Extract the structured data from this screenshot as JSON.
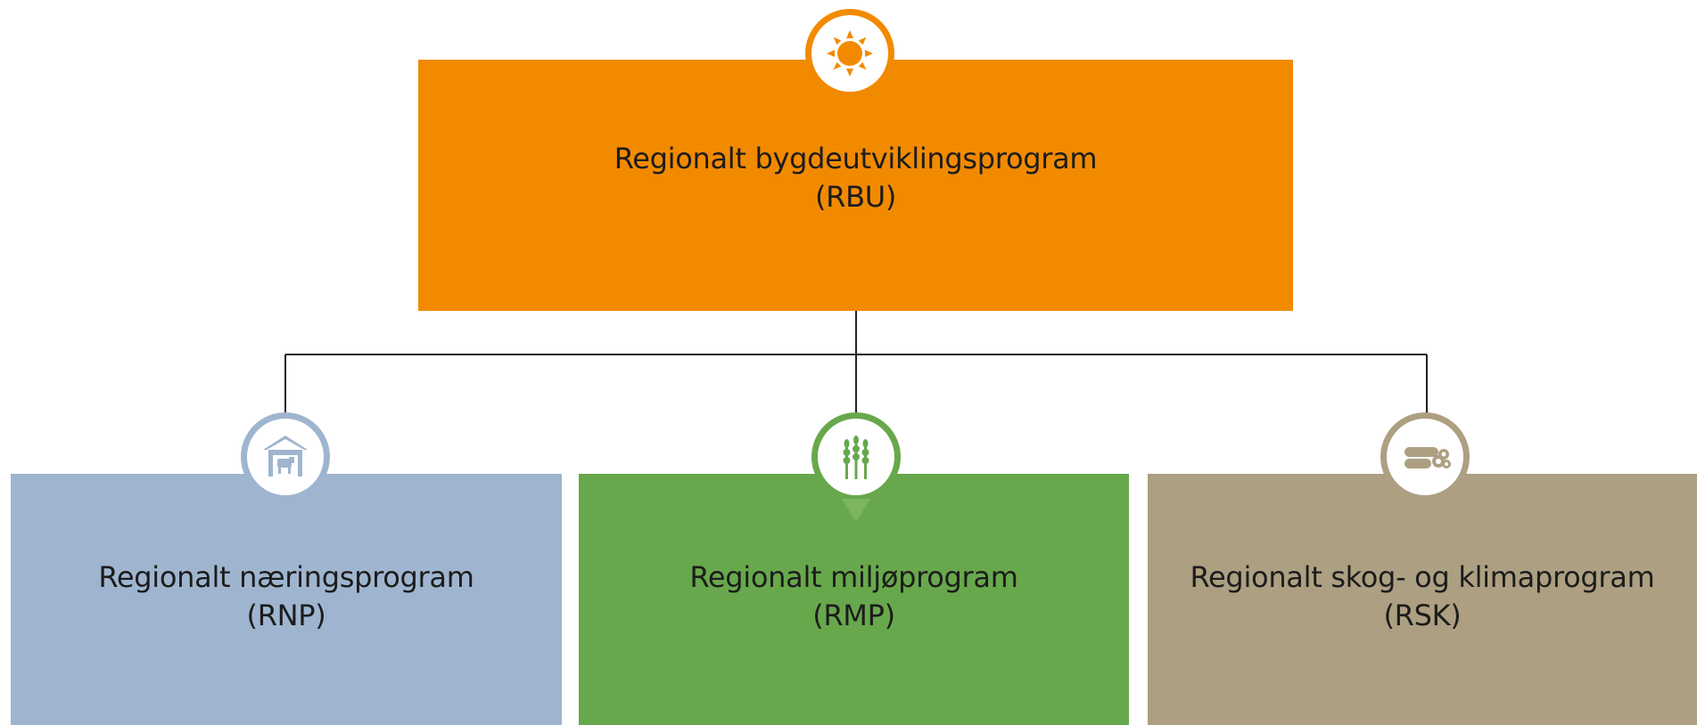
{
  "colors": {
    "rbu": "#f28a00",
    "rnp": "#9fb5cf",
    "rmp": "#68a84c",
    "rsk": "#ad9f81",
    "connector": "#222222"
  },
  "top_program": {
    "name": "Regionalt bygdeutviklingsprogram",
    "abbr": "(RBU)",
    "icon": "sun-icon"
  },
  "sub_programs": [
    {
      "name": "Regionalt næringsprogram",
      "abbr": "(RNP)",
      "icon": "barn-cow-icon"
    },
    {
      "name": "Regionalt miljøprogram",
      "abbr": "(RMP)",
      "icon": "wheat-icon"
    },
    {
      "name": "Regionalt skog- og klimaprogram",
      "abbr": "(RSK)",
      "icon": "log-pile-icon"
    }
  ]
}
